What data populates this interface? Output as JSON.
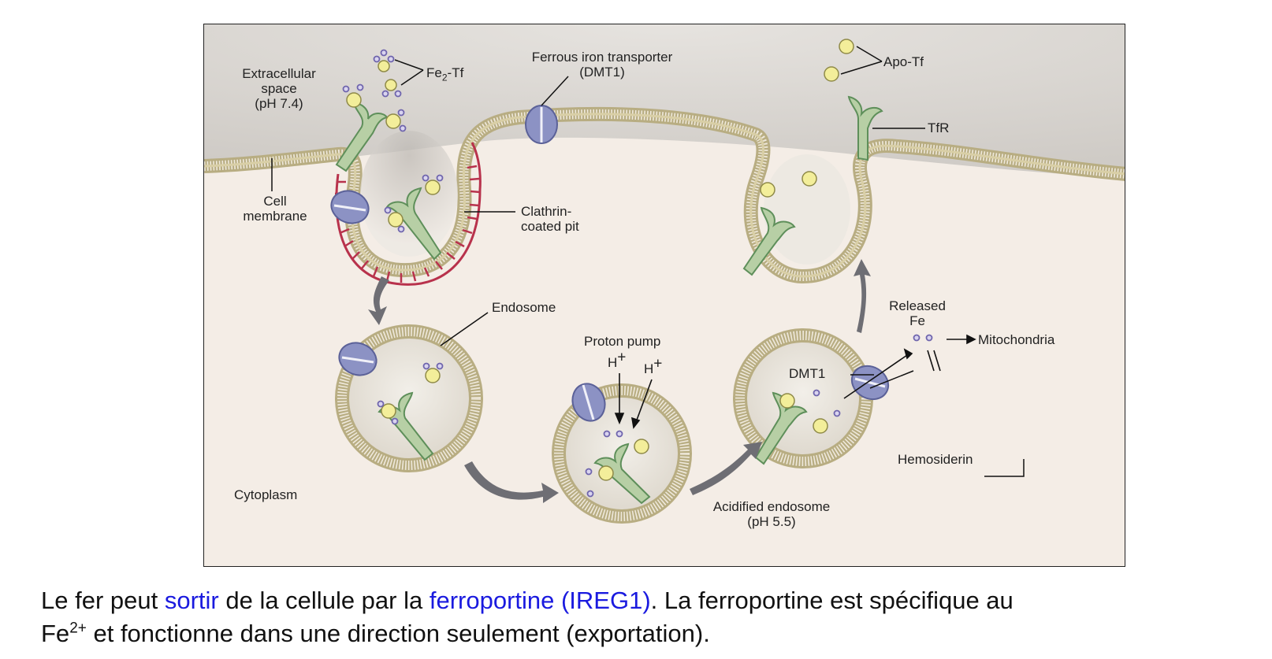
{
  "labels": {
    "extracellular": [
      "Extracellular",
      "space",
      "(pH 7.4)"
    ],
    "fe2tf_prefix": "Fe",
    "fe2tf_sub": "2",
    "fe2tf_suffix": "-Tf",
    "ferrous_transporter": [
      "Ferrous iron transporter",
      "(DMT1)"
    ],
    "apo_tf": "Apo-Tf",
    "tfr": "TfR",
    "cell_membrane": [
      "Cell",
      "membrane"
    ],
    "clathrin": [
      "Clathrin-",
      "coated pit"
    ],
    "endosome": "Endosome",
    "proton_pump": "Proton pump",
    "h_plus_1": "H",
    "h_plus_2": "H",
    "plus": "+",
    "released_fe": [
      "Released",
      "Fe"
    ],
    "mitochondria": "Mitochondria",
    "dmt1": "DMT1",
    "hemosiderin": "Hemosiderin",
    "acidified_endosome": [
      "Acidified endosome",
      "(pH 5.5)"
    ],
    "cytoplasm": "Cytoplasm"
  },
  "caption": {
    "p1": "Le fer peut ",
    "link1": "sortir",
    "p2": " de la cellule par la ",
    "link2": "ferroportine (IREG1)",
    "p3": ". La ferroportine est spécifique au",
    "fe": "Fe",
    "sup": "2+",
    "p4": " et fonctionne dans une direction seulement (exportation)."
  },
  "colors": {
    "cytoplasm_bg": "#f4ede6",
    "extracellular_bg": "#dedad6",
    "membrane_head": "#c9bd87",
    "receptor": "#5e8f5a",
    "receptor_fill": "#b7cfa5",
    "iron": "#f3ee9a",
    "fe_purple": "#6f65ad",
    "clathrin": "#b8324c",
    "transporter": "#8c92c4",
    "link_blue": "#1a1adf"
  }
}
